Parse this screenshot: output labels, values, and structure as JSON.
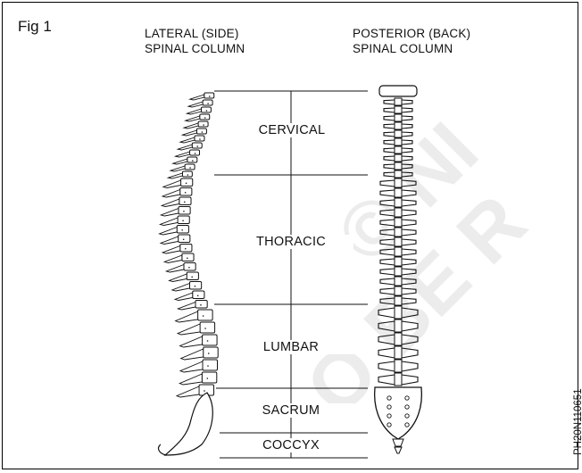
{
  "figure": {
    "label": "Fig 1",
    "lateral_heading": [
      "LATERAL (SIDE)",
      "SPINAL COLUMN"
    ],
    "posterior_heading": [
      "POSTERIOR (BACK)",
      "SPINAL COLUMN"
    ],
    "regions": [
      "CERVICAL",
      "THORACIC",
      "LUMBAR",
      "SACRUM",
      "COCCYX"
    ],
    "image_code": "PH20N110651",
    "watermark_text": "© NIMI NOT TO BE REPUBLISHED"
  },
  "colors": {
    "line": "#111111",
    "bone": "#ffffff",
    "watermark": "#e8e8e8"
  }
}
